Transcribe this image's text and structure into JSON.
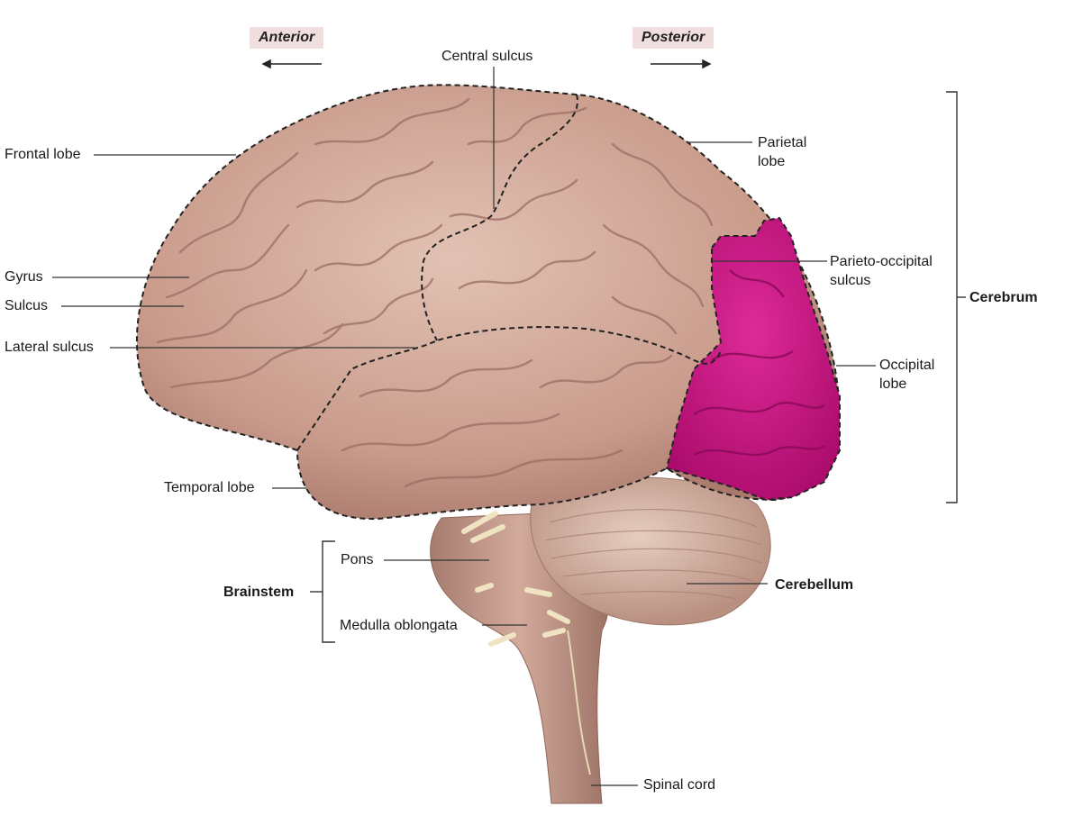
{
  "orientation": {
    "anterior": "Anterior",
    "posterior": "Posterior"
  },
  "labels": {
    "central_sulcus": "Central sulcus",
    "frontal_lobe": "Frontal lobe",
    "parietal_lobe_line1": "Parietal",
    "parietal_lobe_line2": "lobe",
    "gyrus": "Gyrus",
    "sulcus": "Sulcus",
    "lateral_sulcus": "Lateral sulcus",
    "parieto_occipital_line1": "Parieto-occipital",
    "parieto_occipital_line2": "sulcus",
    "occipital_lobe_line1": "Occipital",
    "occipital_lobe_line2": "lobe",
    "temporal_lobe": "Temporal lobe",
    "pons": "Pons",
    "medulla_oblongata": "Medulla oblongata",
    "spinal_cord": "Spinal cord"
  },
  "groups": {
    "cerebrum": "Cerebrum",
    "brainstem": "Brainstem",
    "cerebellum": "Cerebellum"
  },
  "colors": {
    "highlight": "#c8107f",
    "brain_tissue": "#cfa596",
    "brainstem_tissue": "#c99f93",
    "cerebellum_tissue": "#d8b9a9",
    "nerves": "#efe3c2"
  }
}
